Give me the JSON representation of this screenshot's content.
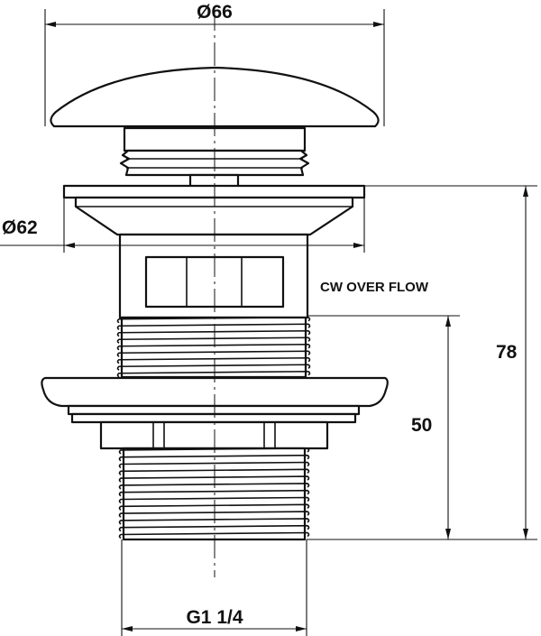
{
  "title": "Pop-up waste with overflow - dimension drawing",
  "dimensions": {
    "cap_diameter": "Ø66",
    "flange_diameter": "Ø62",
    "overflow_label": "CW OVER FLOW",
    "overall_height": "78",
    "thread_height": "50",
    "thread_size": "G1 1/4"
  },
  "colors": {
    "line": "#111111",
    "background": "#ffffff"
  }
}
